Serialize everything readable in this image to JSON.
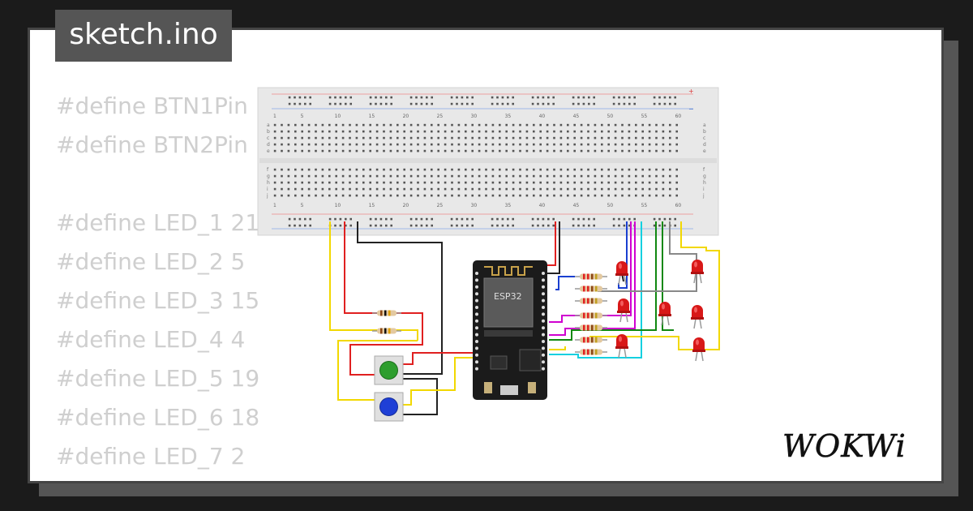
{
  "file_tab": {
    "title": "sketch.ino"
  },
  "code_lines": [
    "#define BTN1Pin",
    "#define BTN2Pin",
    "",
    "#define LED_1 21",
    "#define LED_2 5",
    "#define LED_3 15",
    "#define LED_4 4",
    "#define LED_5 19",
    "#define LED_6 18",
    "#define LED_7 2"
  ],
  "chip": {
    "label": "ESP32"
  },
  "breadboard": {
    "column_labels": [
      "1",
      "5",
      "10",
      "15",
      "20",
      "25",
      "30",
      "35",
      "40",
      "45",
      "50",
      "55",
      "60"
    ],
    "row_labels_top": [
      "a",
      "b",
      "c",
      "d",
      "e"
    ],
    "row_labels_bottom": [
      "f",
      "g",
      "h",
      "i",
      "j"
    ]
  },
  "buttons": [
    {
      "name": "green-pushbutton",
      "color": "#2e9e2e"
    },
    {
      "name": "blue-pushbutton",
      "color": "#1f3fd6"
    }
  ],
  "wire_colors": {
    "red": "#e02020",
    "yellow": "#f2d800",
    "black": "#222222",
    "blue": "#1a3fd0",
    "magenta": "#d000d0",
    "cyan": "#14d0e0",
    "green": "#118811",
    "gray": "#888888"
  },
  "led_color": "#d81818",
  "logo": {
    "name": "wokwi-logo",
    "text": "WOKWi"
  }
}
